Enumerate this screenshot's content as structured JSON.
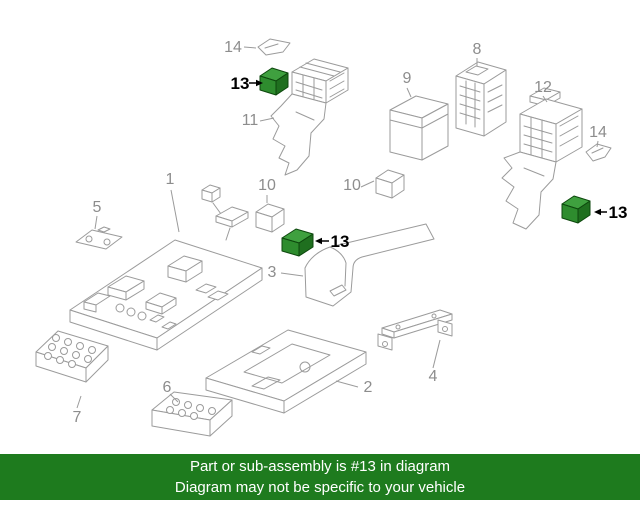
{
  "diagram": {
    "callouts": [
      {
        "part": "14",
        "label": "14",
        "highlighted": false,
        "position": "top-left"
      },
      {
        "part": "13",
        "label": "13",
        "highlighted": true,
        "position": "top"
      },
      {
        "part": "11",
        "label": "11",
        "highlighted": false,
        "position": "upper-center"
      },
      {
        "part": "9",
        "label": "9",
        "highlighted": false,
        "position": "upper-middle"
      },
      {
        "part": "8",
        "label": "8",
        "highlighted": false,
        "position": "upper-right"
      },
      {
        "part": "12",
        "label": "12",
        "highlighted": false,
        "position": "right"
      },
      {
        "part": "14",
        "label": "14",
        "highlighted": false,
        "position": "far-right"
      },
      {
        "part": "13",
        "label": "13",
        "highlighted": true,
        "position": "right"
      },
      {
        "part": "10",
        "label": "10",
        "highlighted": false,
        "position": "center-left"
      },
      {
        "part": "10",
        "label": "10",
        "highlighted": false,
        "position": "center"
      },
      {
        "part": "13",
        "label": "13",
        "highlighted": true,
        "position": "center"
      },
      {
        "part": "1",
        "label": "1",
        "highlighted": false,
        "position": "left"
      },
      {
        "part": "5",
        "label": "5",
        "highlighted": false,
        "position": "left"
      },
      {
        "part": "3",
        "label": "3",
        "highlighted": false,
        "position": "center"
      },
      {
        "part": "2",
        "label": "2",
        "highlighted": false,
        "position": "bottom-center"
      },
      {
        "part": "4",
        "label": "4",
        "highlighted": false,
        "position": "bottom-right"
      },
      {
        "part": "6",
        "label": "6",
        "highlighted": false,
        "position": "bottom"
      },
      {
        "part": "7",
        "label": "7",
        "highlighted": false,
        "position": "bottom-left"
      }
    ],
    "colors": {
      "line": "#9b9b9b",
      "number_text": "#8d8d8d",
      "emphasis_text": "#000000",
      "highlight_fill": "#2e8c2e",
      "highlight_top": "#3fa03f",
      "highlight_side": "#1f6f1f",
      "highlight_stroke": "#0d470d"
    }
  },
  "banner": {
    "line1": "Part or sub-assembly is #13 in diagram",
    "line2": "Diagram may not be specific to your vehicle",
    "background": "#1e7b1e",
    "text_color": "#ffffff"
  }
}
